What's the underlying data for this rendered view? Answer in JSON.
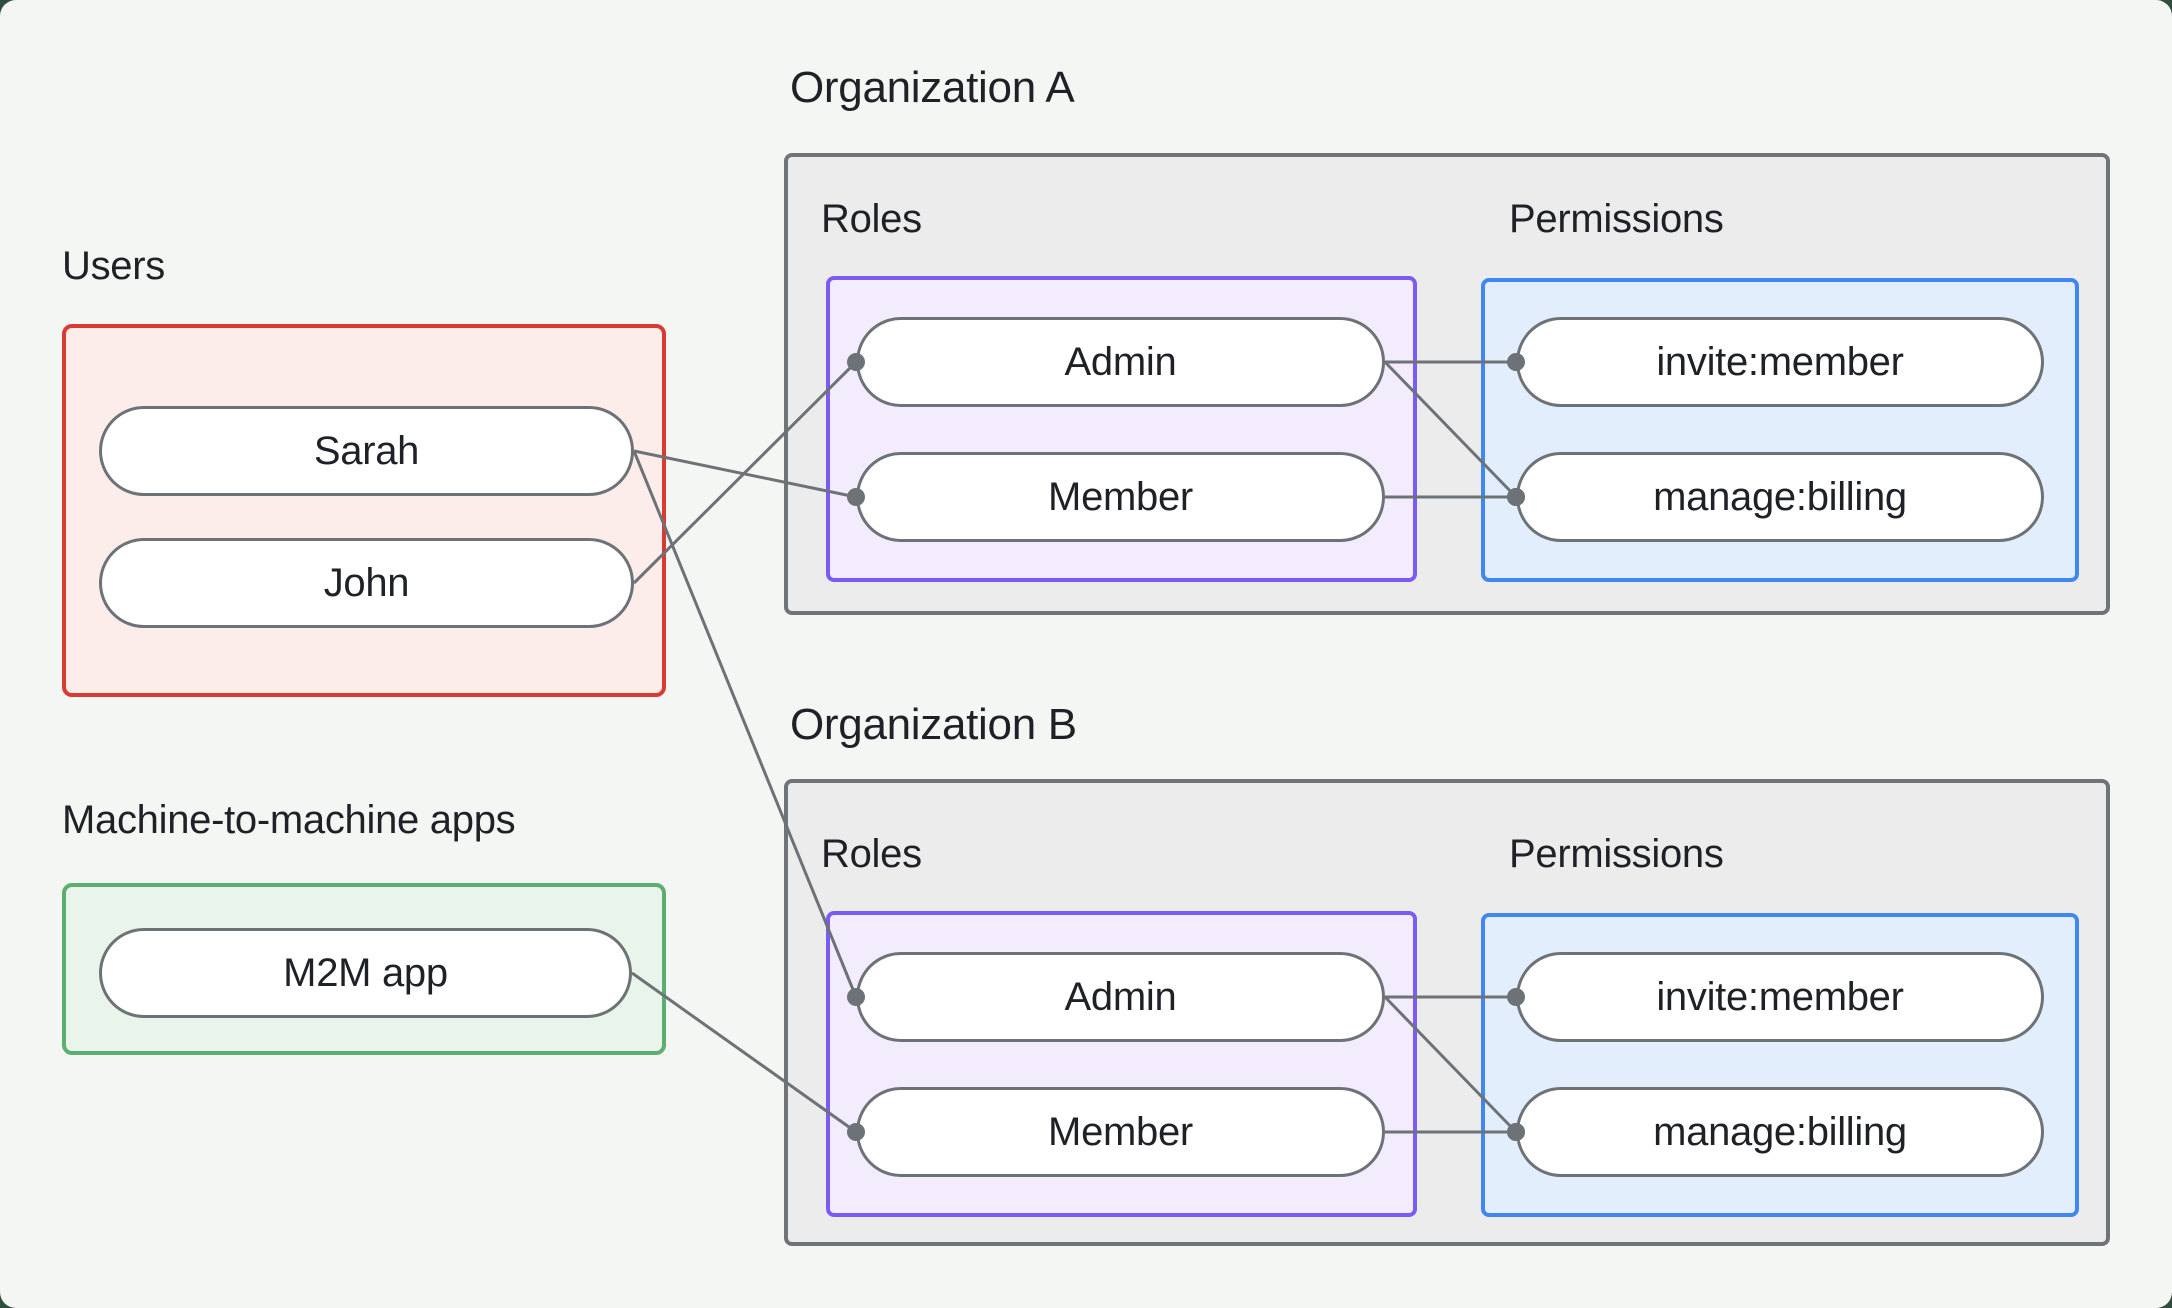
{
  "colors": {
    "canvas_bg": "#f3f6f3",
    "users_border": "#d93a32",
    "users_fill": "#fcedeb",
    "m2m_border": "#5bb06f",
    "m2m_fill": "#e9f4ea",
    "roles_border": "#7c5bf5",
    "roles_fill": "#f2ecfc",
    "permissions_border": "#4187f4",
    "permissions_fill": "#e2eefb",
    "org_fill": "#ececed",
    "org_border": "#6f7478",
    "pill_border": "#6d7277",
    "connector": "#6d7277",
    "text": "#1e2227"
  },
  "users": {
    "label": "Users",
    "items": [
      {
        "id": "user-sarah",
        "label": "Sarah"
      },
      {
        "id": "user-john",
        "label": "John"
      }
    ]
  },
  "m2m": {
    "label": "Machine-to-machine apps",
    "items": [
      {
        "id": "m2m-app",
        "label": "M2M app"
      }
    ]
  },
  "organizations": [
    {
      "title": "Organization A",
      "roles_label": "Roles",
      "permissions_label": "Permissions",
      "roles": [
        {
          "id": "orgA-role-admin",
          "label": "Admin"
        },
        {
          "id": "orgA-role-member",
          "label": "Member"
        }
      ],
      "permissions": [
        {
          "id": "orgA-perm-invite",
          "label": "invite:member"
        },
        {
          "id": "orgA-perm-manage",
          "label": "manage:billing"
        }
      ]
    },
    {
      "title": "Organization B",
      "roles_label": "Roles",
      "permissions_label": "Permissions",
      "roles": [
        {
          "id": "orgB-role-admin",
          "label": "Admin"
        },
        {
          "id": "orgB-role-member",
          "label": "Member"
        }
      ],
      "permissions": [
        {
          "id": "orgB-perm-invite",
          "label": "invite:member"
        },
        {
          "id": "orgB-perm-manage",
          "label": "manage:billing"
        }
      ]
    }
  ],
  "connections": [
    {
      "from": "user-sarah",
      "to": "orgA-role-member"
    },
    {
      "from": "user-john",
      "to": "orgA-role-admin"
    },
    {
      "from": "user-sarah",
      "to": "orgB-role-admin"
    },
    {
      "from": "m2m-app",
      "to": "orgB-role-member"
    },
    {
      "from": "orgA-role-admin",
      "to": "orgA-perm-invite"
    },
    {
      "from": "orgA-role-admin",
      "to": "orgA-perm-manage"
    },
    {
      "from": "orgA-role-member",
      "to": "orgA-perm-manage"
    },
    {
      "from": "orgB-role-admin",
      "to": "orgB-perm-invite"
    },
    {
      "from": "orgB-role-admin",
      "to": "orgB-perm-manage"
    },
    {
      "from": "orgB-role-member",
      "to": "orgB-perm-manage"
    }
  ]
}
